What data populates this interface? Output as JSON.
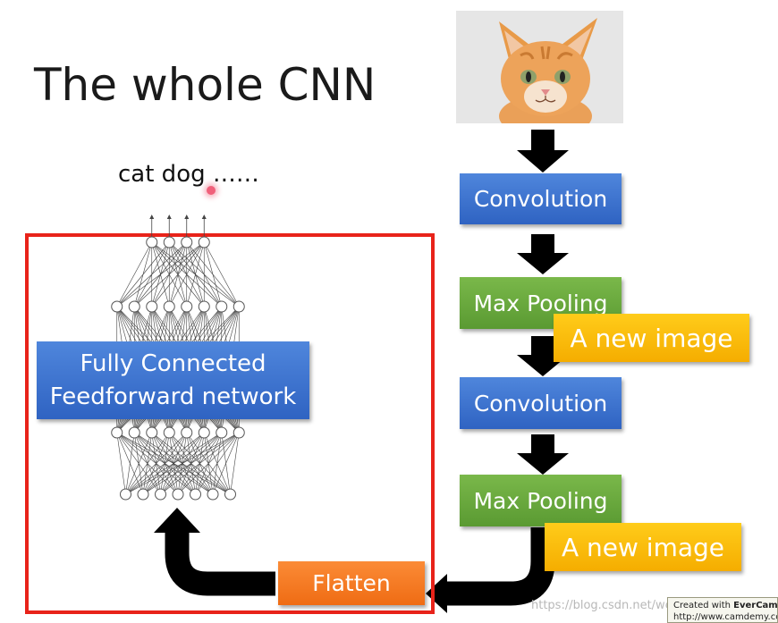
{
  "slide": {
    "title": "The whole CNN",
    "outputs_label": "cat dog ……"
  },
  "pipeline": {
    "conv1": "Convolution",
    "pool1": "Max Pooling",
    "new_image_1": "A new image",
    "conv2": "Convolution",
    "pool2": "Max Pooling",
    "new_image_2": "A new image",
    "flatten": "Flatten"
  },
  "network": {
    "label_line1": "Fully Connected",
    "label_line2": "Feedforward network",
    "layers": [
      4,
      8,
      8,
      7
    ]
  },
  "footer": {
    "watermark": "https://blog.csdn.net/weixin_...",
    "evercam_line1": "Created with ",
    "evercam_brand": "EverCam",
    "evercam_line2": "http://www.camdemy.com"
  },
  "colors": {
    "frame": "#e8231a",
    "blue_box": "#3a6fcc",
    "green_box": "#66a63c",
    "orange_box": "#f57a22",
    "yellow_box": "#fbbb0c",
    "arrow": "#000000"
  }
}
